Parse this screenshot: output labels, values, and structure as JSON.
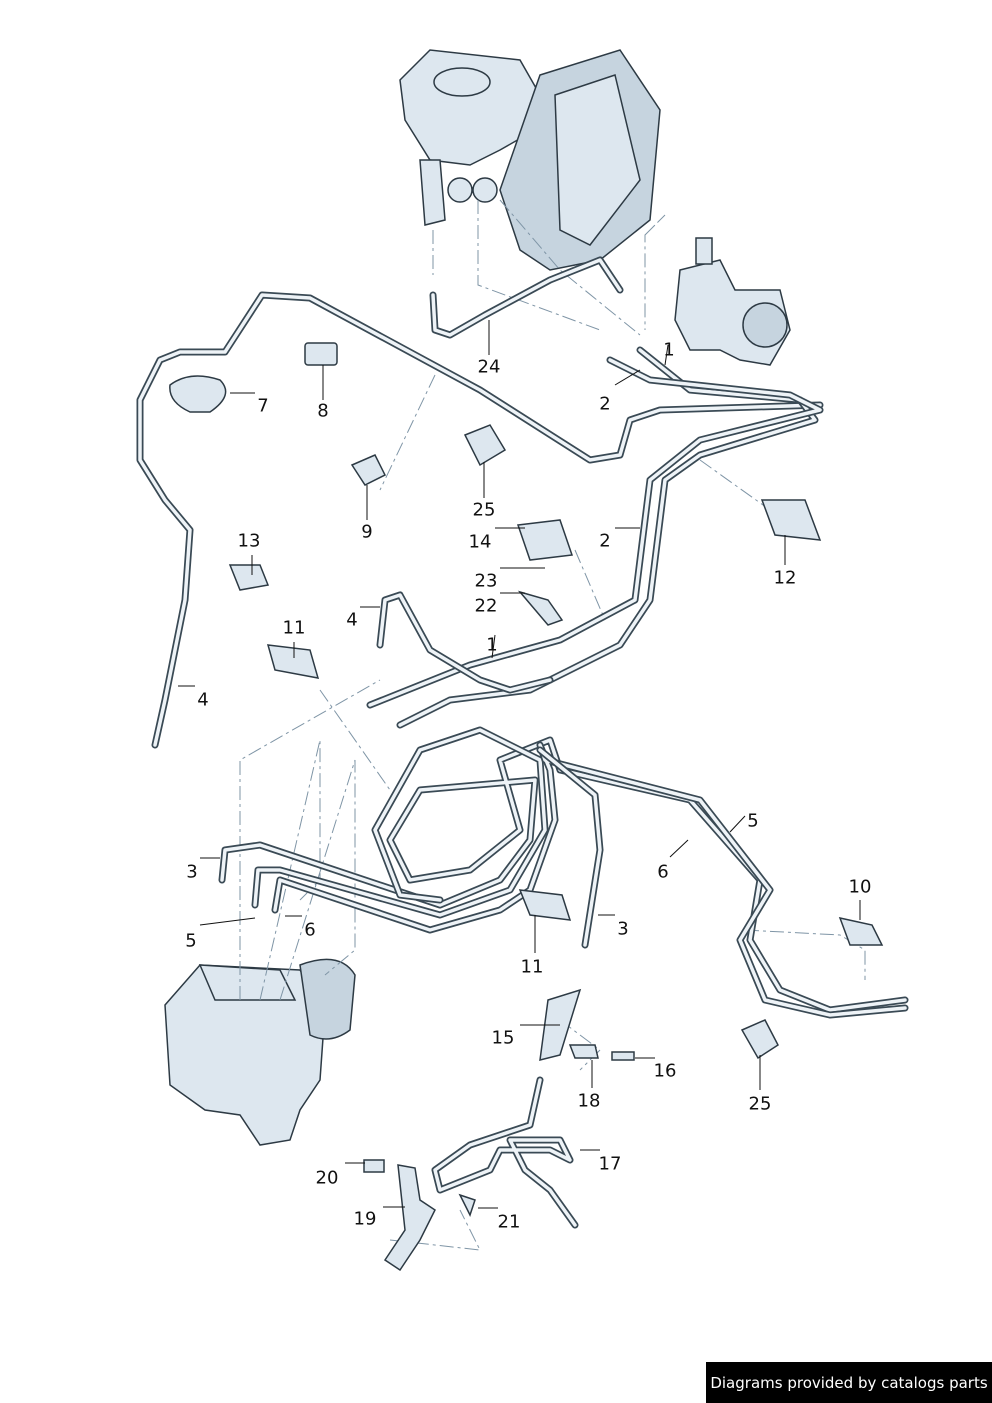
{
  "callouts": {
    "c1a": "1",
    "c2a": "2",
    "c7": "7",
    "c8": "8",
    "c24": "24",
    "c9": "9",
    "c25a": "25",
    "c14": "14",
    "c2b": "2",
    "c12": "12",
    "c13": "13",
    "c23": "23",
    "c22": "22",
    "c4a": "4",
    "c11a": "11",
    "c1b": "1",
    "c4b": "4",
    "c5a": "5",
    "c6a": "6",
    "c3a": "3",
    "c10": "10",
    "c5b": "5",
    "c6b": "6",
    "c3b": "3",
    "c11b": "11",
    "c15": "15",
    "c16": "16",
    "c18": "18",
    "c25b": "25",
    "c17": "17",
    "c20": "20",
    "c19": "19",
    "c21": "21"
  },
  "footer": {
    "text": "Diagrams provided by catalogs parts"
  },
  "colors": {
    "line": "#3a4a55",
    "part_fill": "#dde7ef",
    "dash": "#7f95a6",
    "footer_bg": "#000000"
  }
}
